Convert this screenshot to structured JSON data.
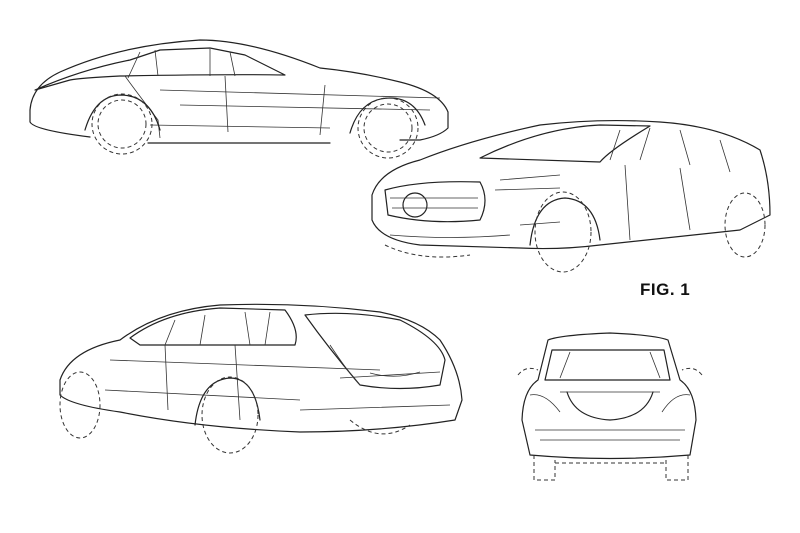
{
  "sheet": {
    "figure_label": "FIG. 1",
    "views": [
      {
        "id": "side-view",
        "description": "left side elevation of shooting-brake car"
      },
      {
        "id": "front-perspective-view",
        "description": "front three-quarter perspective"
      },
      {
        "id": "rear-perspective-view",
        "description": "rear three-quarter perspective"
      },
      {
        "id": "rear-view",
        "description": "rear elevation"
      }
    ],
    "colors": {
      "line": "#222222",
      "background": "#ffffff"
    }
  }
}
